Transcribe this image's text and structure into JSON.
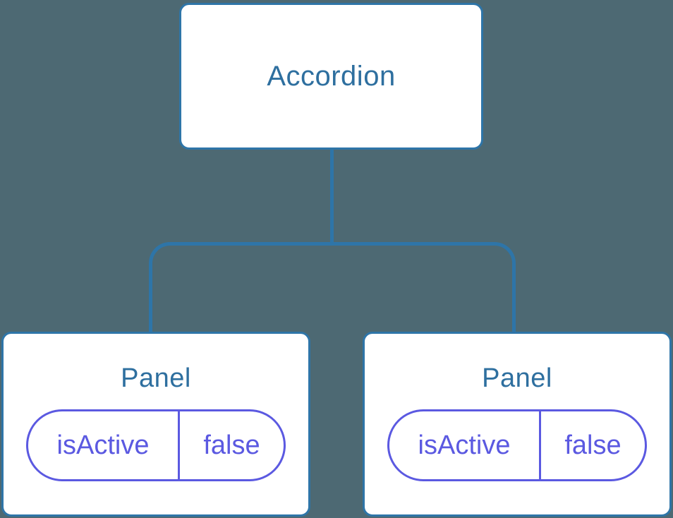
{
  "diagram": {
    "kind": "component-tree",
    "root": {
      "label": "Accordion"
    },
    "panels": [
      {
        "label": "Panel",
        "prop": {
          "name": "isActive",
          "value": "false"
        }
      },
      {
        "label": "Panel",
        "prop": {
          "name": "isActive",
          "value": "false"
        }
      }
    ],
    "colors": {
      "background": "#4d6973",
      "connector": "#2e75a8",
      "node_fill": "#ffffff",
      "node_border": "#2e75a8",
      "title_text": "#2e6f9f",
      "state_accent": "#5b59e1"
    }
  }
}
